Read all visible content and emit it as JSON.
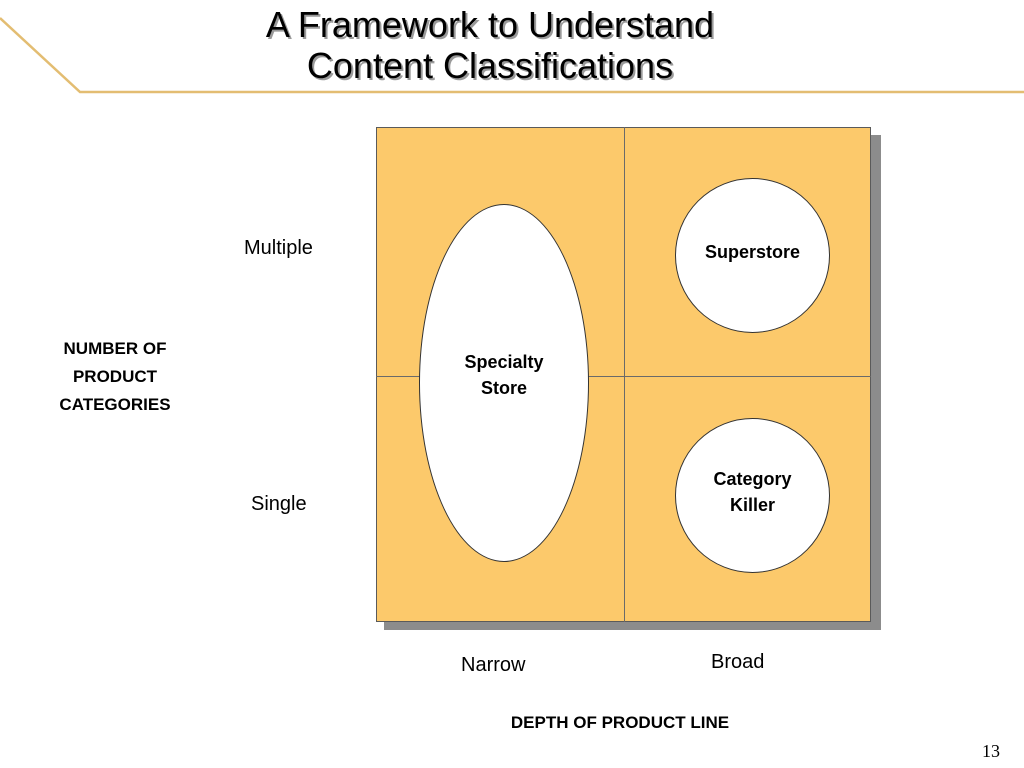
{
  "slide": {
    "title_line1": "A Framework to Understand",
    "title_line2": "Content Classifications",
    "page_number": "13",
    "accent_color": "#e3bd72"
  },
  "diagram": {
    "y_axis_title": "NUMBER OF\nPRODUCT\nCATEGORIES",
    "y_ticks": [
      "Multiple",
      "Single"
    ],
    "x_axis_title": "DEPTH OF PRODUCT LINE",
    "x_ticks": [
      "Narrow",
      "Broad"
    ],
    "quadrant_fill": "#fcc96b",
    "shapes": {
      "specialty_store": "Specialty\nStore",
      "superstore": "Superstore",
      "category_killer": "Category\nKiller"
    }
  }
}
